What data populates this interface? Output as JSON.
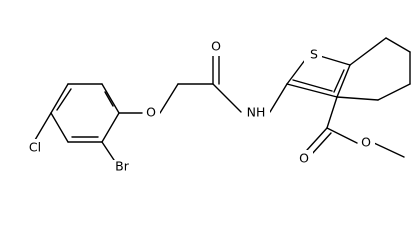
{
  "molecule": {
    "atoms": {
      "sulfur": "S",
      "ether_oxygen": "O",
      "carbonyl_oxygen_amide": "O",
      "amide_nh": "NH",
      "ester_carbonyl_oxygen": "O",
      "ester_oxygen": "O",
      "bromine": "Br",
      "chlorine": "Cl"
    },
    "colors": {
      "bond": "#000000",
      "text": "#000000",
      "background": "#ffffff"
    }
  }
}
